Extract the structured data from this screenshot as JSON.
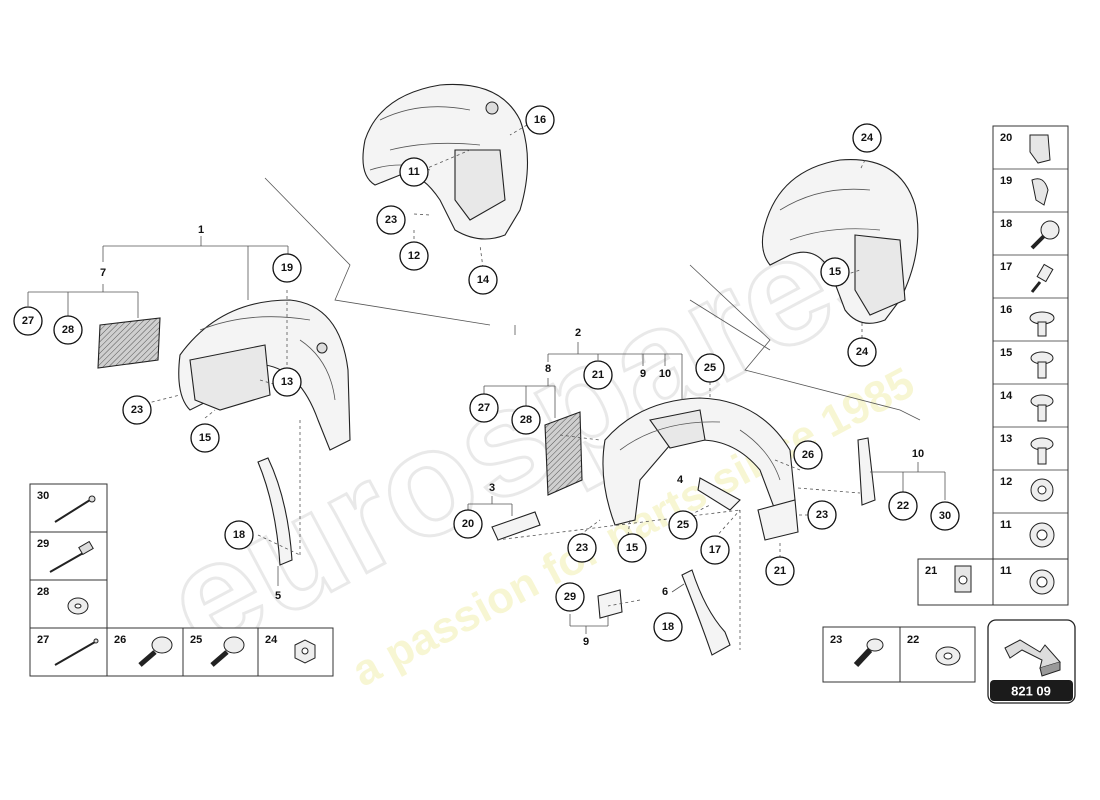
{
  "watermark": {
    "brand": "eurospares",
    "tagline": "a passion for parts since 1985"
  },
  "diagram_code": "821 09",
  "callouts": [
    "1",
    "2",
    "3",
    "4",
    "5",
    "6",
    "7",
    "8",
    "9",
    "10",
    "11",
    "12",
    "13",
    "14",
    "15",
    "16",
    "17",
    "18",
    "19",
    "20",
    "21",
    "22",
    "23",
    "24",
    "25",
    "26",
    "27",
    "28",
    "29",
    "30"
  ],
  "legend_right": [
    "20",
    "19",
    "18",
    "17",
    "16",
    "15",
    "14",
    "13",
    "12",
    "11"
  ],
  "legend_right_extra": "21",
  "legend_left_col": [
    "30",
    "29",
    "28",
    "27"
  ],
  "legend_left_row": [
    "26",
    "25",
    "24"
  ],
  "legend_bottom": [
    "23",
    "22"
  ]
}
